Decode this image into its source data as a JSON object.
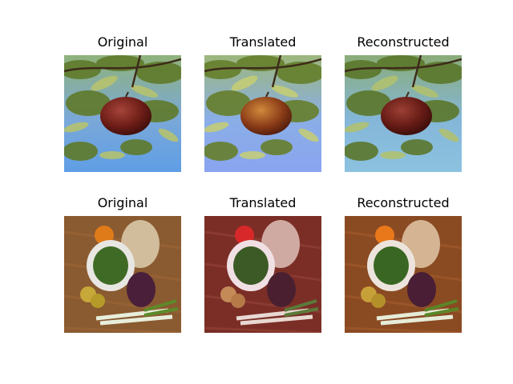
{
  "figure": {
    "rows": [
      {
        "panels": [
          {
            "title": "Original",
            "scene": "apple",
            "tone": "original"
          },
          {
            "title": "Translated",
            "scene": "apple",
            "tone": "translated"
          },
          {
            "title": "Reconstructed",
            "scene": "apple",
            "tone": "reconstructed"
          }
        ]
      },
      {
        "panels": [
          {
            "title": "Original",
            "scene": "vegetables",
            "tone": "original"
          },
          {
            "title": "Translated",
            "scene": "vegetables",
            "tone": "translated"
          },
          {
            "title": "Reconstructed",
            "scene": "vegetables",
            "tone": "reconstructed"
          }
        ]
      }
    ]
  }
}
